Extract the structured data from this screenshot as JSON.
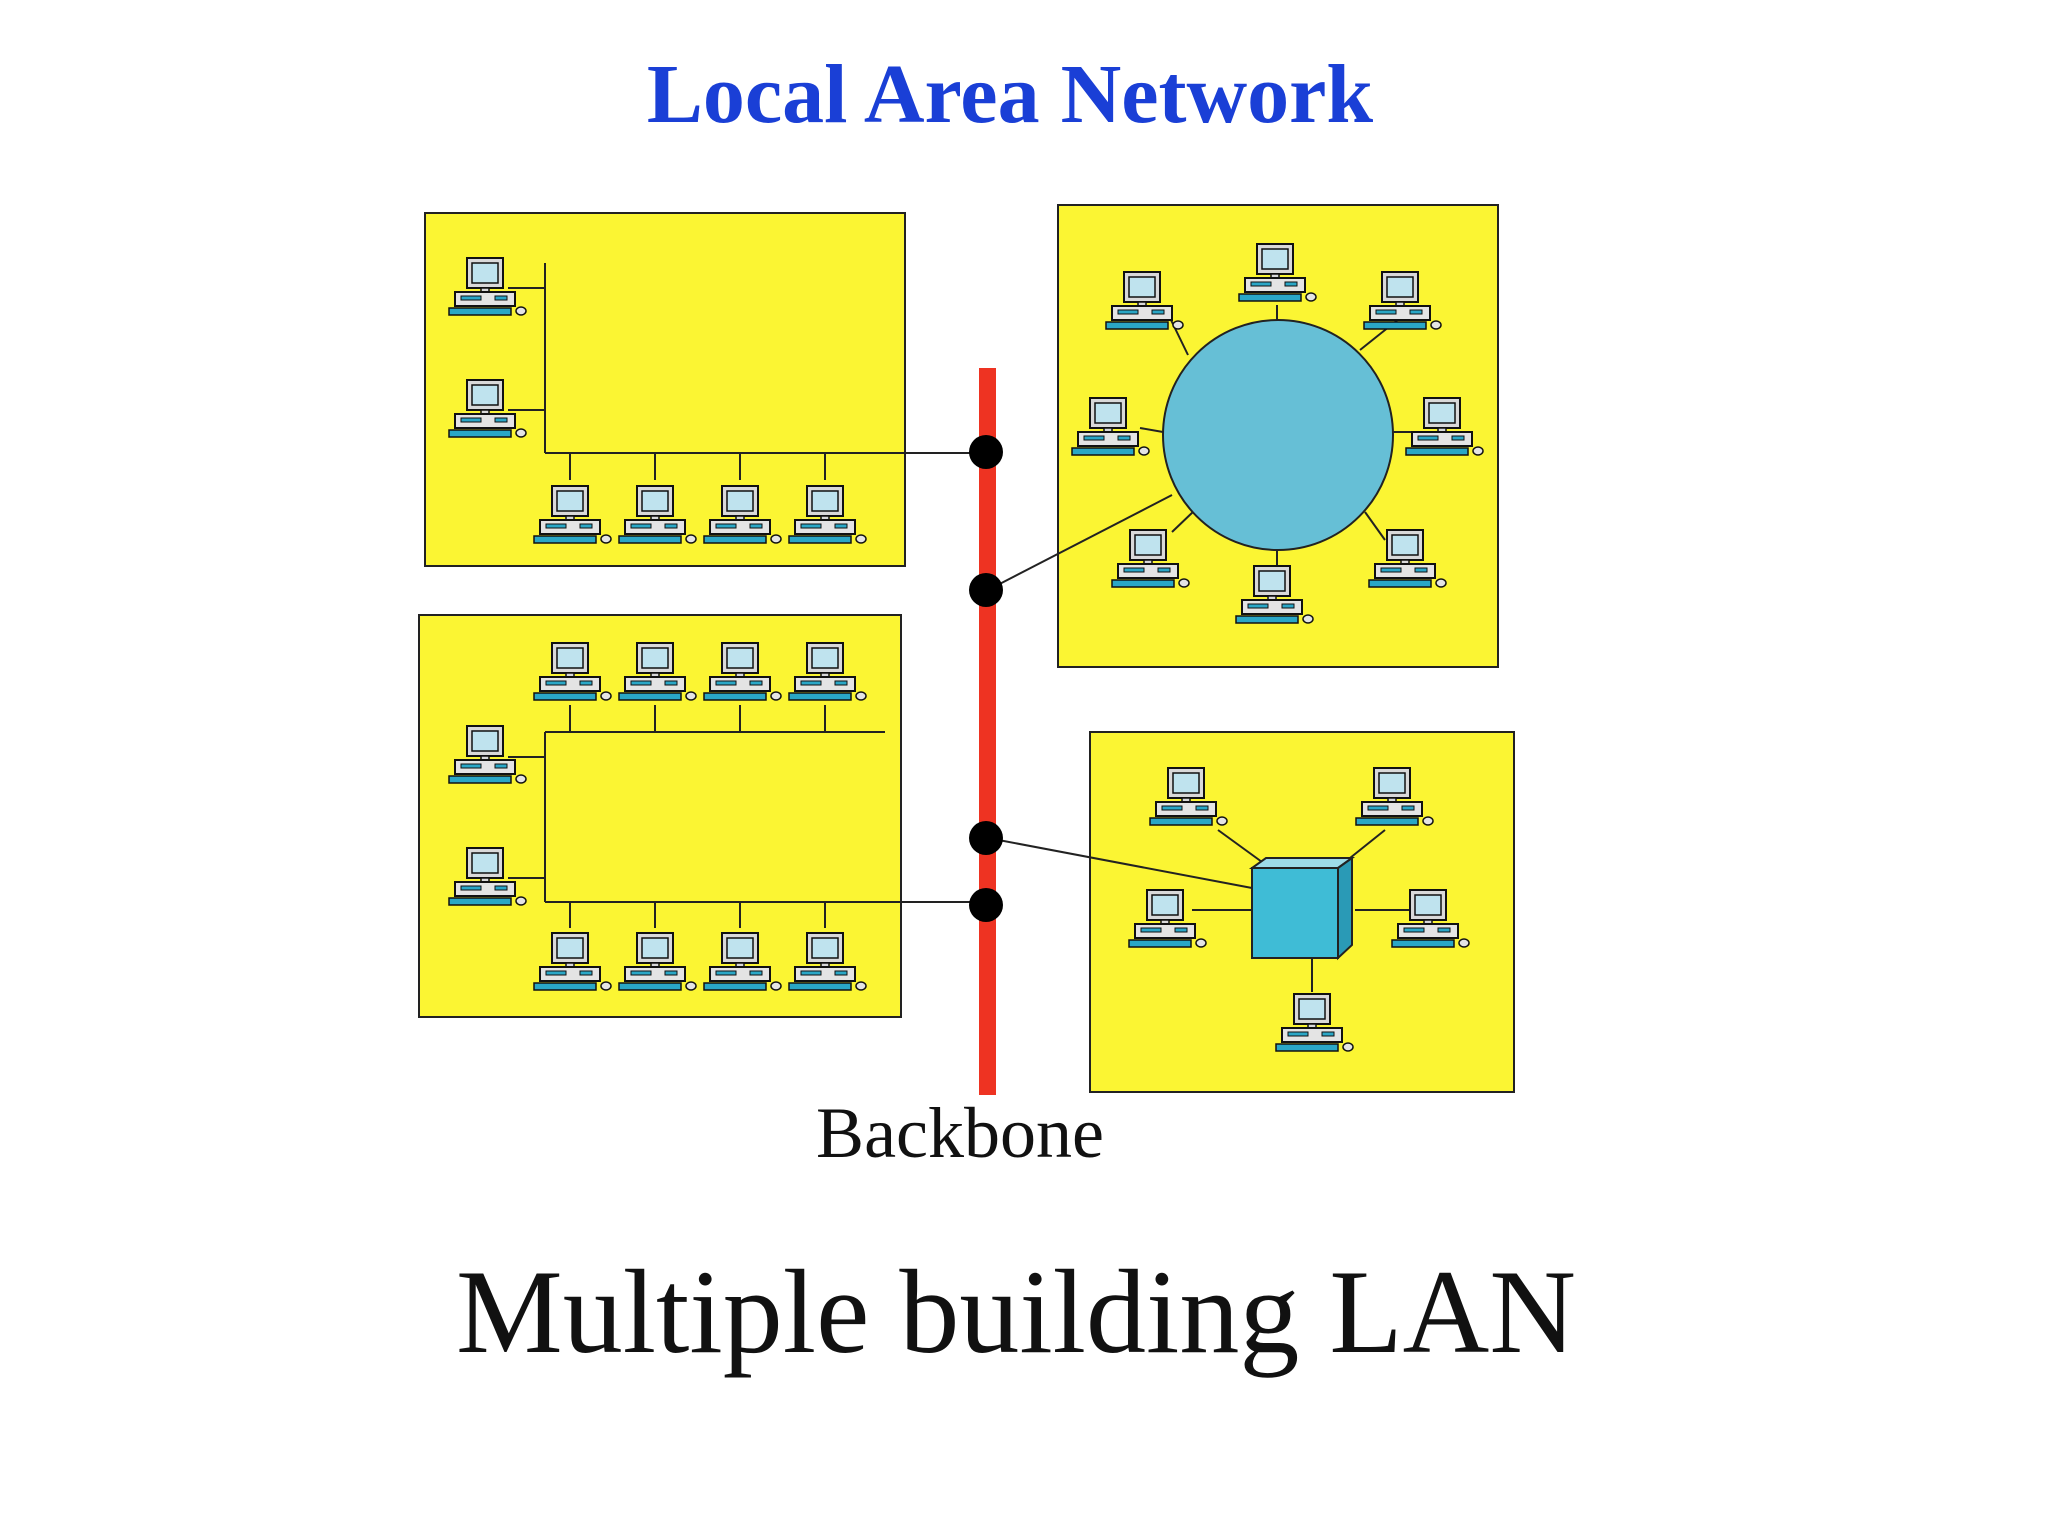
{
  "slide": {
    "title": "Local Area Network",
    "backbone_label": "Backbone",
    "caption": "Multiple building LAN"
  },
  "colors": {
    "title": "#1a3fd6",
    "building_fill": "#fbf533",
    "backbone": "#ee3322",
    "ring_fill": "#66bfd6",
    "hub_fill": "#3fbcd6",
    "junction": "#000000",
    "line": "#222222"
  },
  "buildings": [
    {
      "name": "building-top-left",
      "topology": "bus",
      "computers": 6
    },
    {
      "name": "building-top-right",
      "topology": "ring",
      "computers": 8
    },
    {
      "name": "building-bottom-left",
      "topology": "bus",
      "computers": 10
    },
    {
      "name": "building-bottom-right",
      "topology": "star",
      "computers": 5
    }
  ],
  "backbone": {
    "junctions": 4
  },
  "icons": {
    "computer": "desktop-computer-icon",
    "hub": "hub-cube-icon",
    "ring": "ring-network-icon"
  }
}
